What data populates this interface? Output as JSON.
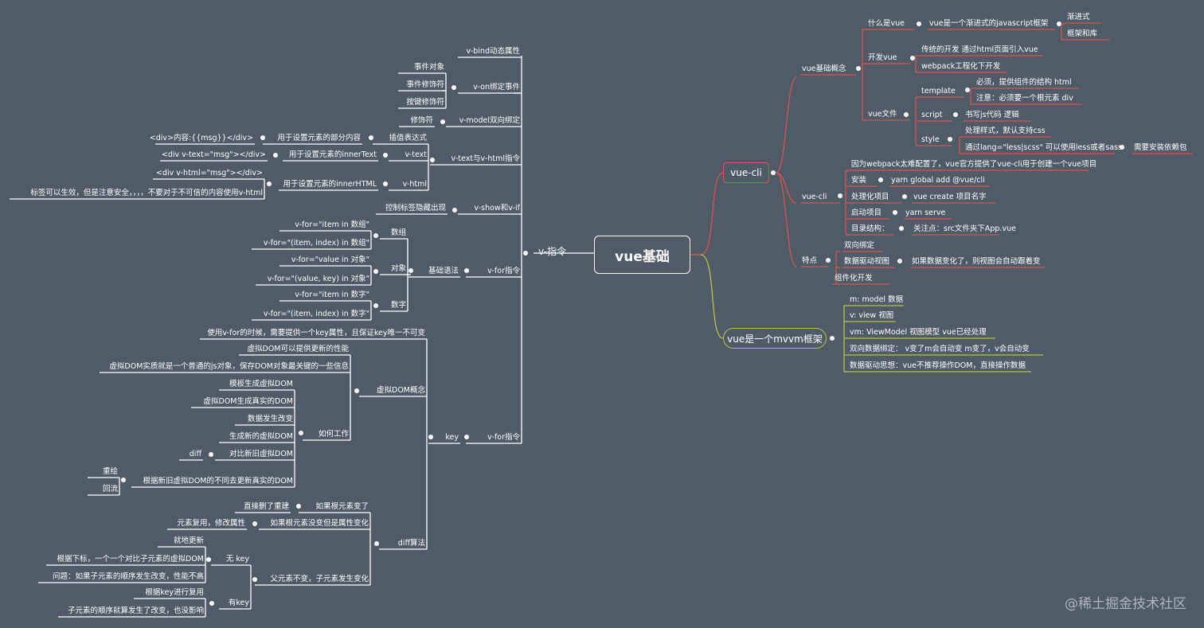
{
  "title": "vue基础",
  "watermark": "@稀土掘金技术社区",
  "colors": {
    "background": "#4f5b66",
    "red_branch": "#d9534f",
    "green_branch": "#b6c24a",
    "text": "#ffffff",
    "line": "#ffffff"
  },
  "right": {
    "vue_cli": {
      "label": "vue-cli",
      "concepts": {
        "label": "vue基础概念",
        "what": {
          "label": "什么是vue",
          "desc": "vue是一个渐进式的javascript框架",
          "items": [
            "渐进式",
            "框架和库"
          ]
        },
        "dev": {
          "label": "开发vue",
          "items": [
            "传统的开发  通过html页面引入vue",
            "webpack工程化下开发"
          ]
        },
        "file": {
          "label": "vue文件",
          "template": {
            "label": "template",
            "items": [
              "必须，提供组件的结构 html",
              "注意：必须要一个根元素 div"
            ]
          },
          "script": {
            "label": "script",
            "desc": "书写js代码 逻辑"
          },
          "style": {
            "label": "style",
            "items": [
              "处理样式，默认支持css",
              "通过lang=\"less|scss\" 可以使用less或者sass"
            ],
            "extra": "需要安装依赖包"
          }
        }
      },
      "cli": {
        "label": "vue-cli",
        "intro": "因为webpack太难配置了，vue官方提供了vue-cli用于创建一个vue项目",
        "install": {
          "label": "安装",
          "cmd": "yarn global add @vue/cli"
        },
        "create": {
          "label": "处理化项目",
          "cmd": "vue create 项目名字"
        },
        "serve": {
          "label": "启动项目",
          "cmd": "yarn serve"
        },
        "dir": {
          "label": "目录结构：",
          "desc": "关注点：src文件夹下App.vue"
        }
      },
      "features": {
        "label": "特点",
        "items": [
          "双向绑定",
          "数据驱动视图",
          "组件化开发"
        ],
        "note": "如果数据变化了，则视图会自动跟着变"
      }
    },
    "mvvm": {
      "label": "vue是一个mvvm框架",
      "items": [
        "m: model 数据",
        "v: view 视图",
        "vm: ViewModel 视图模型  vue已经处理",
        "双向数据绑定：  v变了m会自动变    m变了，v会自动变",
        "数据驱动思想：vue不推荐操作DOM，直接操作数据"
      ]
    }
  },
  "left": {
    "label": "v-指令",
    "vbind": "v-bind动态属性",
    "von": {
      "label": "v-on绑定事件",
      "items": [
        "事件对象",
        "事件修饰符",
        "按键修饰符"
      ]
    },
    "vmodel": {
      "label": "v-model双向绑定",
      "item": "修饰符"
    },
    "vtext": {
      "label": "v-text与v-html指令",
      "interp": {
        "label": "插值表达式",
        "desc": "用于设置元素的部分内容",
        "code": "<div>内容:{{msg}}</div>"
      },
      "text": {
        "label": "v-text",
        "desc": "用于设置元素的innerText",
        "code": "<div v-text=\"msg\"></div>"
      },
      "html": {
        "label": "v-html",
        "desc": "用于设置元素的innerHTML",
        "code": "<div v-html=\"msg\"></div>",
        "note": "标签可以生效，但是注意安全，，，，不要对于不可信的内容使用v-html"
      }
    },
    "vshow": {
      "label": "v-show和v-if",
      "item": "控制标签隐藏出现"
    },
    "vfor1": {
      "label": "v-for指令",
      "basic": "基础语法",
      "array": {
        "label": "数组",
        "items": [
          "v-for=\"item in 数组\"",
          "v-for=\"(item, index) in 数组\""
        ]
      },
      "object": {
        "label": "对象",
        "items": [
          "v-for=\"value in 对象\"",
          "v-for=\"(value, key) in 对象\""
        ]
      },
      "number": {
        "label": "数字",
        "items": [
          "v-for=\"item in 数字\"",
          "v-for=\"(item, index) in 数字\""
        ]
      }
    },
    "vfor2": {
      "label": "v-for指令",
      "key": "key",
      "key_note": "使用v-for的时候，需要提供一个key属性，且保证key唯一不可变",
      "vdom": {
        "label": "虚拟DOM概念",
        "items": [
          "虚拟DOM可以提供更新的性能",
          "虚拟DOM实质就是一个普通的js对象，保存DOM对象最关键的一些信息"
        ],
        "how": {
          "label": "如何工作",
          "items": [
            "模板生成虚拟DOM",
            "虚拟DOM生成真实的DOM",
            "数据发生改变",
            "生成新的虚拟DOM",
            "对比新旧虚拟DOM",
            "根据新旧虚拟DOM的不同去更新真实的DOM"
          ],
          "diff": "diff",
          "redraw": [
            "重绘",
            "回流"
          ]
        }
      },
      "diffalg": {
        "label": "diff算法",
        "root": {
          "label": "如果根元素变了",
          "desc": "直接删了重建"
        },
        "attr": {
          "label": "如果根元素没变但是属性变化",
          "desc": "元素复用，修改属性"
        },
        "children": {
          "label": "父元素不变，子元素发生变化",
          "nokey": {
            "label": "无 key",
            "items": [
              "就地更新",
              "根据下标，一个一个对比子元素的虚拟DOM",
              "问题：如果子元素的顺序发生改变，性能不高"
            ]
          },
          "haskey": {
            "label": "有key",
            "items": [
              "根据key进行复用",
              "子元素的顺序就算发生了改变，也没影响"
            ]
          }
        }
      }
    }
  }
}
